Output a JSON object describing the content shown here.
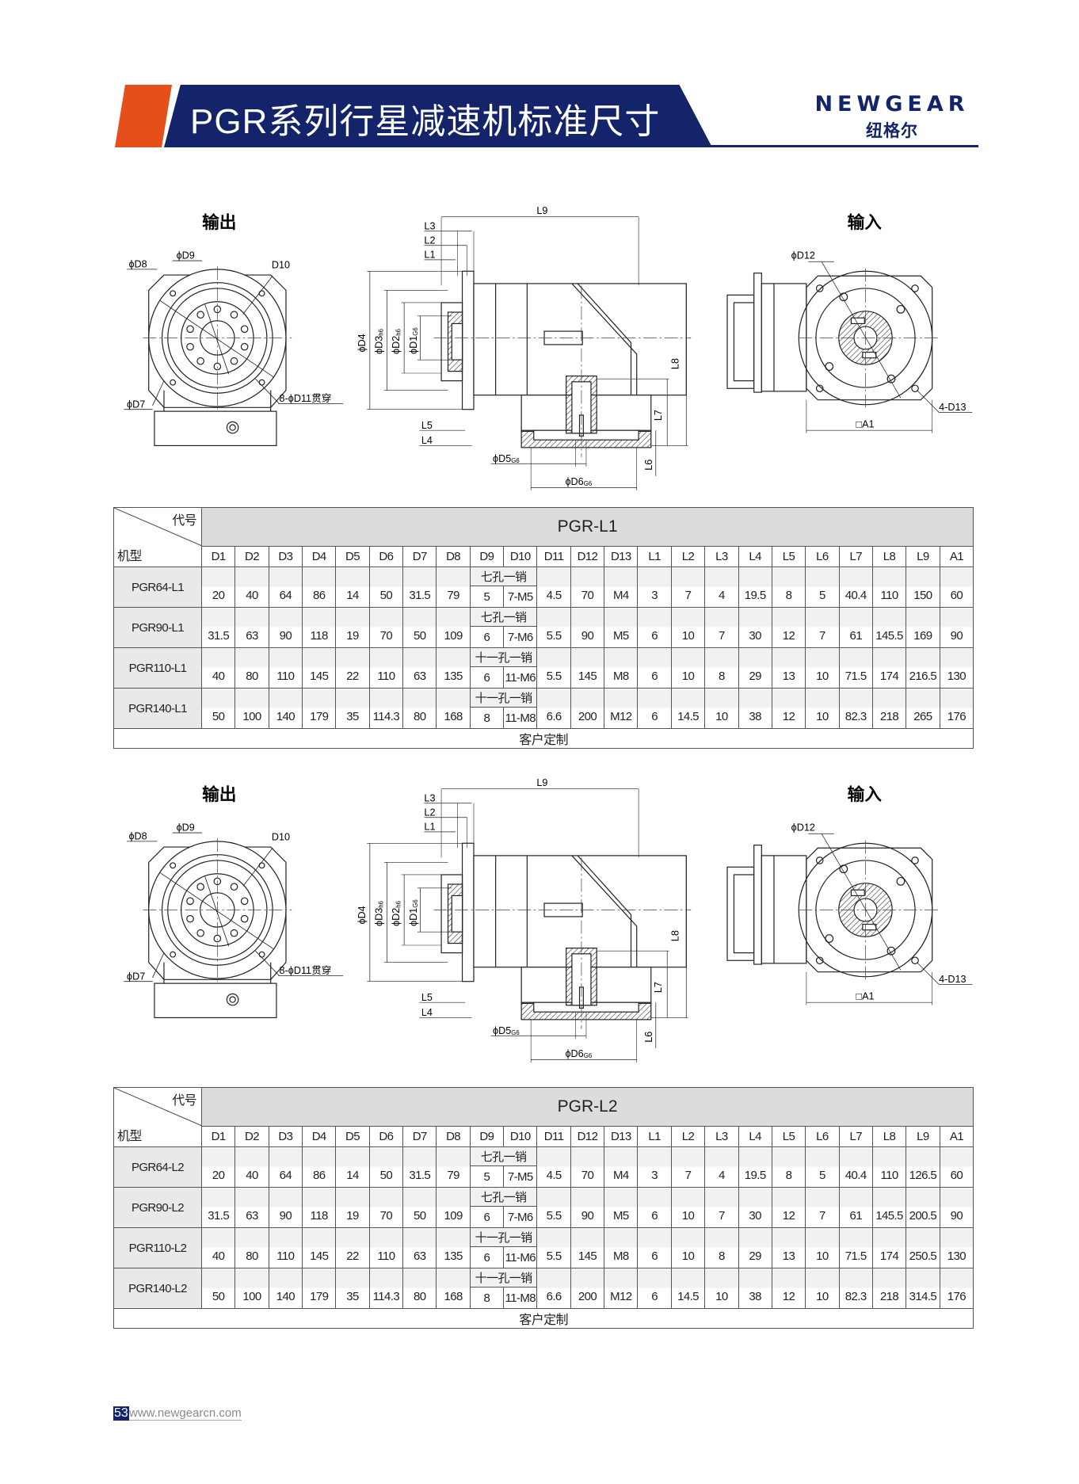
{
  "header": {
    "title": "PGR系列行星减速机标准尺寸",
    "logo_en": "NEWGEAR",
    "logo_cn": "纽格尔",
    "brand_color": "#13246b",
    "accent_color": "#e5501a"
  },
  "drawing_labels": {
    "output_view": "输出",
    "input_view": "输入",
    "d8": "ϕD8",
    "d9": "ϕD9",
    "d10": "D10",
    "d7": "ϕD7",
    "d11": "8-ϕD11贯穿",
    "l9": "L9",
    "l3": "L3",
    "l2": "L2",
    "l1": "L1",
    "l5": "L5",
    "l4": "L4",
    "d4": "ϕD4",
    "d3": {
      "main": "ϕD3",
      "sub": "h6"
    },
    "d2": {
      "main": "ϕD2",
      "sub": "h6"
    },
    "d1": {
      "main": "ϕD1",
      "sub": "G6"
    },
    "l8": "L8",
    "l7": "L7",
    "l6": "L6",
    "d5": {
      "main": "ϕD5",
      "sub": "G6"
    },
    "d6": {
      "main": "ϕD6",
      "sub": "G6"
    },
    "d12": "ϕD12",
    "d13": "4-D13",
    "a1": "□A1"
  },
  "tables": [
    {
      "title": "PGR-L1",
      "corner_top": "代号",
      "corner_bottom": "机型",
      "columns": [
        "D1",
        "D2",
        "D3",
        "D4",
        "D5",
        "D6",
        "D7",
        "D8",
        "D9",
        "D10",
        "D11",
        "D12",
        "D13",
        "L1",
        "L2",
        "L3",
        "L4",
        "L5",
        "L6",
        "L7",
        "L8",
        "L9",
        "A1"
      ],
      "rows": [
        {
          "model": "PGR64-L1",
          "a": [
            "20",
            "40",
            "64",
            "86",
            "14",
            "50",
            "31.5",
            "79"
          ],
          "hole_caption": "七孔一销",
          "d9": "5",
          "d10": "7-M5",
          "b": [
            "4.5",
            "70",
            "M4",
            "3",
            "7",
            "4",
            "19.5",
            "8",
            "5",
            "40.4",
            "110",
            "150",
            "60"
          ]
        },
        {
          "model": "PGR90-L1",
          "a": [
            "31.5",
            "63",
            "90",
            "118",
            "19",
            "70",
            "50",
            "109"
          ],
          "hole_caption": "七孔一销",
          "d9": "6",
          "d10": "7-M6",
          "b": [
            "5.5",
            "90",
            "M5",
            "6",
            "10",
            "7",
            "30",
            "12",
            "7",
            "61",
            "145.5",
            "169",
            "90"
          ]
        },
        {
          "model": "PGR110-L1",
          "a": [
            "40",
            "80",
            "110",
            "145",
            "22",
            "110",
            "63",
            "135"
          ],
          "hole_caption": "十一孔一销",
          "d9": "6",
          "d10": "11-M6",
          "b": [
            "5.5",
            "145",
            "M8",
            "6",
            "10",
            "8",
            "29",
            "13",
            "10",
            "71.5",
            "174",
            "216.5",
            "130"
          ]
        },
        {
          "model": "PGR140-L1",
          "a": [
            "50",
            "100",
            "140",
            "179",
            "35",
            "114.3",
            "80",
            "168"
          ],
          "hole_caption": "十一孔一销",
          "d9": "8",
          "d10": "11-M8",
          "b": [
            "6.6",
            "200",
            "M12",
            "6",
            "14.5",
            "10",
            "38",
            "12",
            "10",
            "82.3",
            "218",
            "265",
            "176"
          ]
        }
      ],
      "footer": "客户定制"
    },
    {
      "title": "PGR-L2",
      "corner_top": "代号",
      "corner_bottom": "机型",
      "columns": [
        "D1",
        "D2",
        "D3",
        "D4",
        "D5",
        "D6",
        "D7",
        "D8",
        "D9",
        "D10",
        "D11",
        "D12",
        "D13",
        "L1",
        "L2",
        "L3",
        "L4",
        "L5",
        "L6",
        "L7",
        "L8",
        "L9",
        "A1"
      ],
      "rows": [
        {
          "model": "PGR64-L2",
          "a": [
            "20",
            "40",
            "64",
            "86",
            "14",
            "50",
            "31.5",
            "79"
          ],
          "hole_caption": "七孔一销",
          "d9": "5",
          "d10": "7-M5",
          "b": [
            "4.5",
            "70",
            "M4",
            "3",
            "7",
            "4",
            "19.5",
            "8",
            "5",
            "40.4",
            "110",
            "126.5",
            "60"
          ]
        },
        {
          "model": "PGR90-L2",
          "a": [
            "31.5",
            "63",
            "90",
            "118",
            "19",
            "70",
            "50",
            "109"
          ],
          "hole_caption": "七孔一销",
          "d9": "6",
          "d10": "7-M6",
          "b": [
            "5.5",
            "90",
            "M5",
            "6",
            "10",
            "7",
            "30",
            "12",
            "7",
            "61",
            "145.5",
            "200.5",
            "90"
          ]
        },
        {
          "model": "PGR110-L2",
          "a": [
            "40",
            "80",
            "110",
            "145",
            "22",
            "110",
            "63",
            "135"
          ],
          "hole_caption": "十一孔一销",
          "d9": "6",
          "d10": "11-M6",
          "b": [
            "5.5",
            "145",
            "M8",
            "6",
            "10",
            "8",
            "29",
            "13",
            "10",
            "71.5",
            "174",
            "250.5",
            "130"
          ]
        },
        {
          "model": "PGR140-L2",
          "a": [
            "50",
            "100",
            "140",
            "179",
            "35",
            "114.3",
            "80",
            "168"
          ],
          "hole_caption": "十一孔一销",
          "d9": "8",
          "d10": "11-M8",
          "b": [
            "6.6",
            "200",
            "M12",
            "6",
            "14.5",
            "10",
            "38",
            "12",
            "10",
            "82.3",
            "218",
            "314.5",
            "176"
          ]
        }
      ],
      "footer": "客户定制"
    }
  ],
  "footer": {
    "page_number": "53",
    "website": "www.newgearcn.com"
  }
}
